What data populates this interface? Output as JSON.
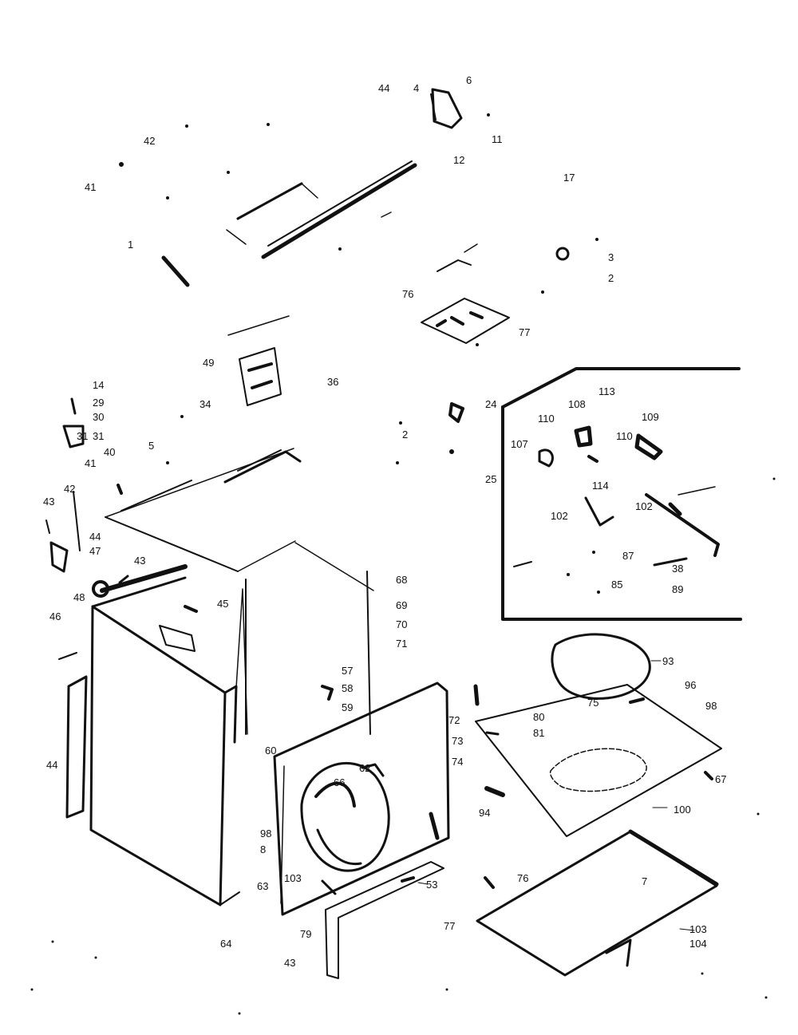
{
  "legend_caption": "",
  "palette": {
    "ink": "#111111",
    "paper": "#ffffff"
  },
  "labels": [
    "44",
    "4",
    "6",
    "42",
    "41",
    "12",
    "11",
    "17",
    "3",
    "1",
    "2",
    "76",
    "77",
    "49",
    "34",
    "5",
    "31",
    "36",
    "40",
    "41",
    "14",
    "29",
    "30",
    "31",
    "24",
    "25",
    "2",
    "43",
    "42",
    "44",
    "47",
    "43",
    "45",
    "46",
    "48",
    "44",
    "68",
    "69",
    "70",
    "71",
    "57",
    "58",
    "59",
    "60",
    "72",
    "73",
    "74",
    "98",
    "8",
    "103",
    "53",
    "80",
    "81",
    "62",
    "66",
    "94",
    "76",
    "77",
    "63",
    "64",
    "43",
    "79",
    "93",
    "96",
    "98",
    "75",
    "100",
    "67",
    "7",
    "103",
    "104",
    "113",
    "110",
    "108",
    "109",
    "102",
    "110",
    "114",
    "107",
    "102",
    "87",
    "85",
    "38",
    "89"
  ]
}
